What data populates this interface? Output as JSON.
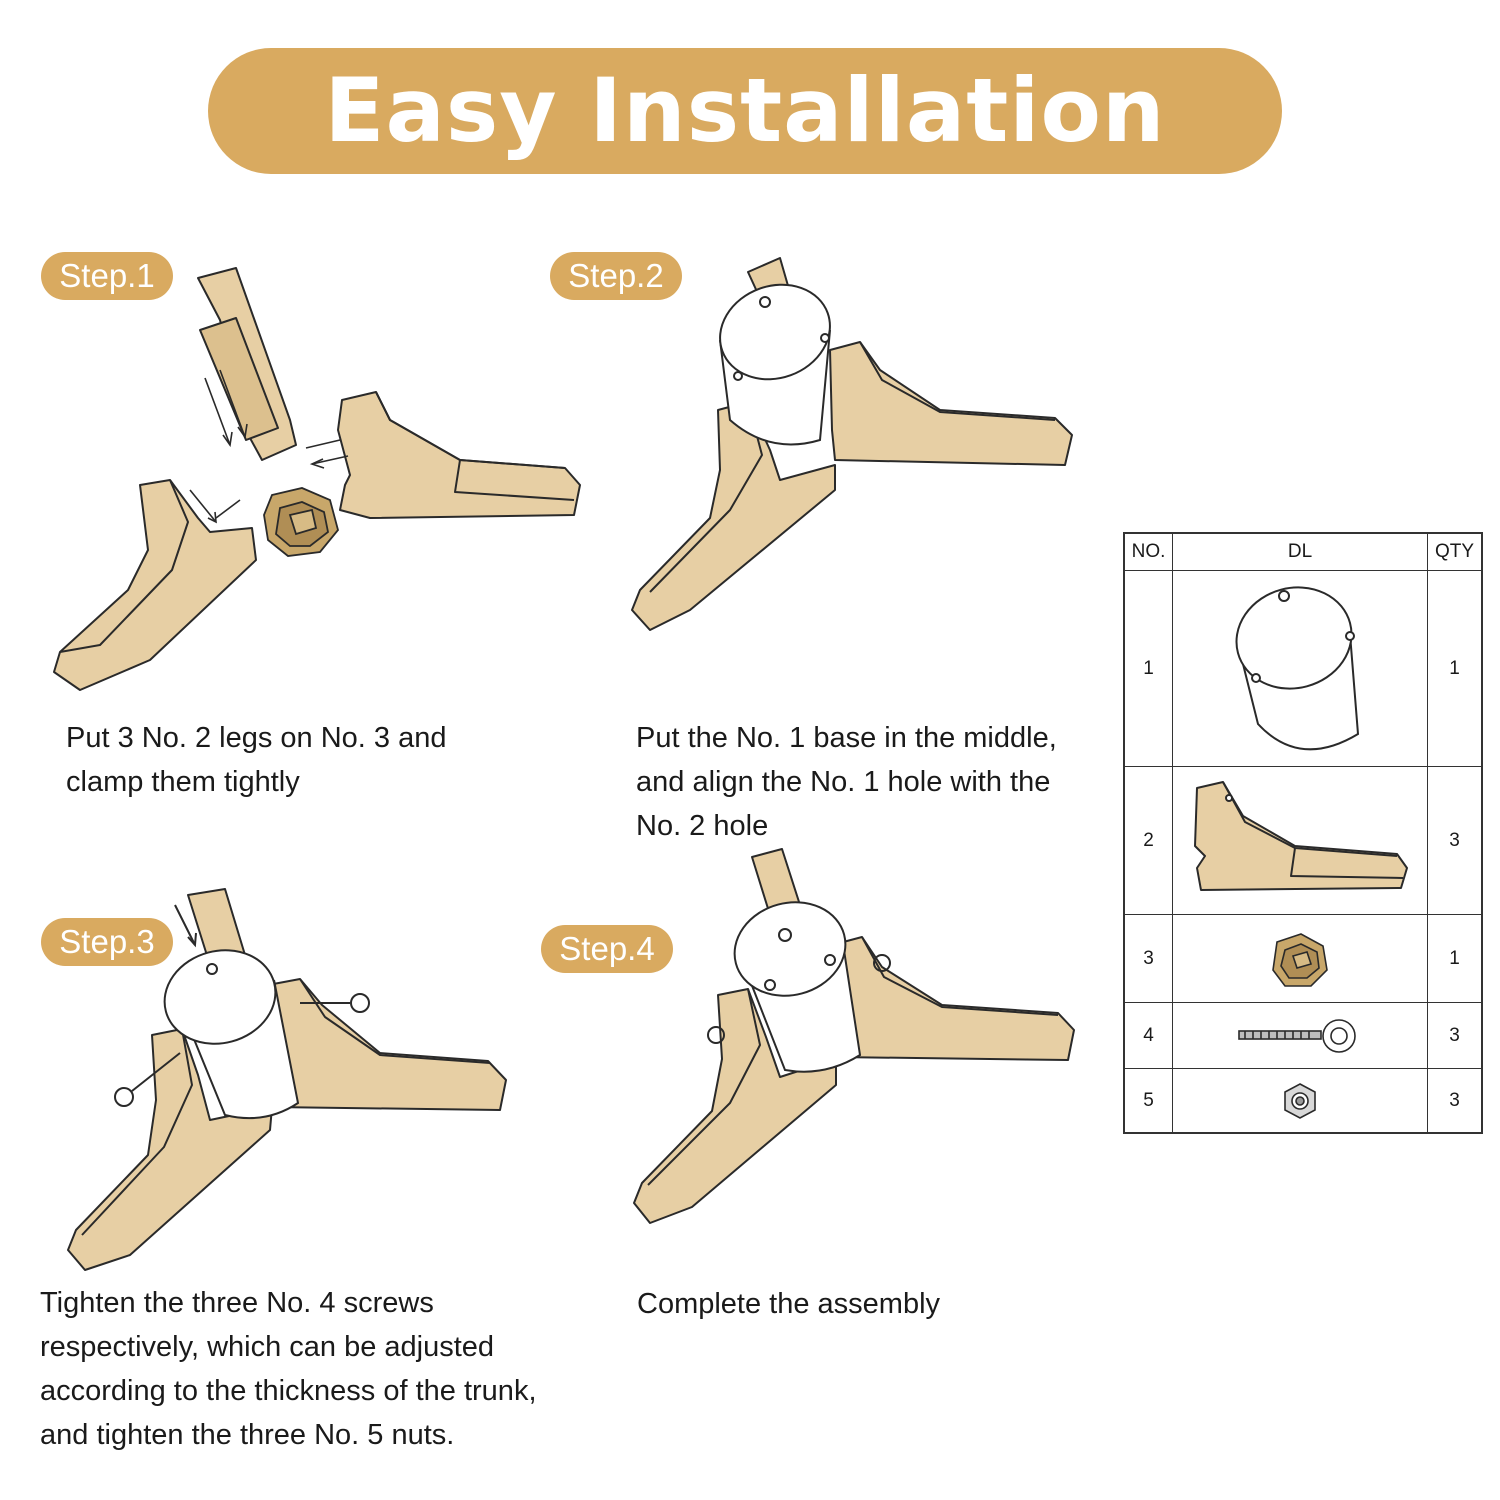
{
  "title": "Easy Installation",
  "colors": {
    "accent": "#d9aa60",
    "wood": "#e7cfa4",
    "outline": "#2a2a2a"
  },
  "steps": [
    {
      "badge": "Step.1",
      "text": "Put 3 No. 2 legs on No. 3 and\nclamp them tightly"
    },
    {
      "badge": "Step.2",
      "text": "Put the No. 1 base in the middle,\nand align the No. 1 hole with the\nNo. 2 hole"
    },
    {
      "badge": "Step.3",
      "text": "Tighten the three No. 4 screws\nrespectively, which can be adjusted\naccording to the thickness of the trunk,\nand tighten the three No. 5 nuts."
    },
    {
      "badge": "Step.4",
      "text": "Complete the assembly"
    }
  ],
  "parts_table": {
    "headers": {
      "no": "NO.",
      "dl": "DL",
      "qty": "QTY"
    },
    "rows": [
      {
        "no": "1",
        "qty": "1",
        "icon": "base-cylinder-icon"
      },
      {
        "no": "2",
        "qty": "3",
        "icon": "leg-icon"
      },
      {
        "no": "3",
        "qty": "1",
        "icon": "connector-hub-icon"
      },
      {
        "no": "4",
        "qty": "3",
        "icon": "eye-bolt-screw-icon"
      },
      {
        "no": "5",
        "qty": "3",
        "icon": "hex-nut-icon"
      }
    ]
  }
}
